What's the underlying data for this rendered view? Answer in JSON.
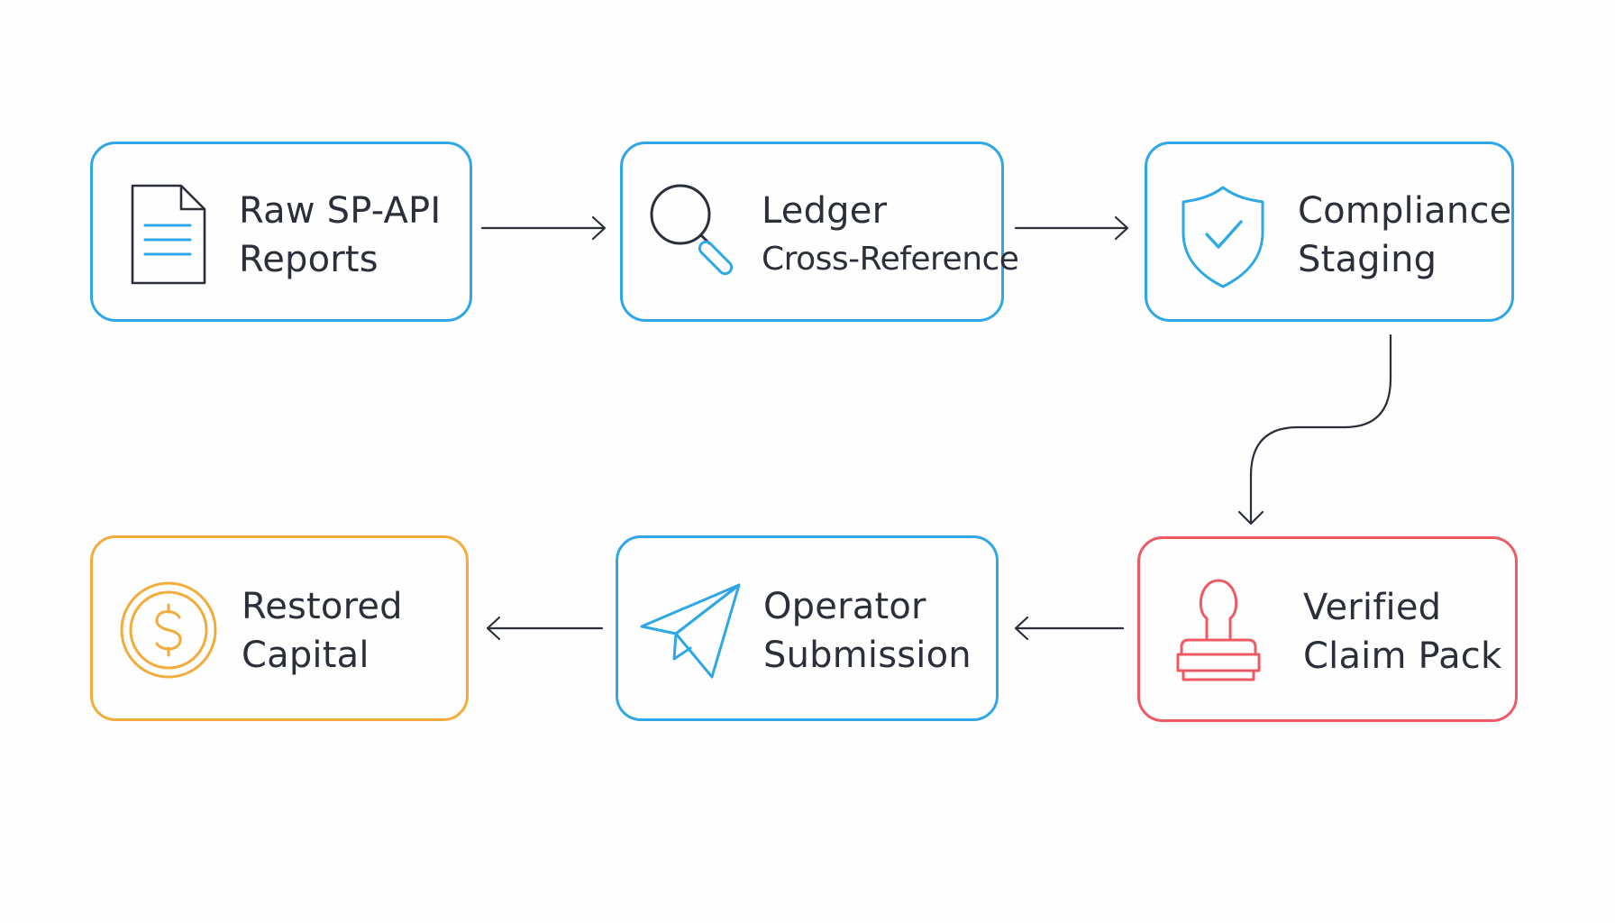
{
  "diagram": {
    "nodes": [
      {
        "id": "raw-reports",
        "lines": [
          "Raw SP-API",
          "Reports"
        ],
        "icon": "document-icon",
        "color": "#2ea7e6"
      },
      {
        "id": "ledger",
        "lines": [
          "Ledger",
          "Cross-Reference"
        ],
        "icon": "magnifier-icon",
        "color": "#2ea7e6"
      },
      {
        "id": "compliance",
        "lines": [
          "Compliance",
          "Staging"
        ],
        "icon": "shield-check-icon",
        "color": "#2ea7e6"
      },
      {
        "id": "verified",
        "lines": [
          "Verified",
          "Claim Pack"
        ],
        "icon": "stamp-icon",
        "color": "#ee5a63"
      },
      {
        "id": "operator",
        "lines": [
          "Operator",
          "Submission"
        ],
        "icon": "paper-plane-icon",
        "color": "#2ea7e6"
      },
      {
        "id": "restored",
        "lines": [
          "Restored",
          "Capital"
        ],
        "icon": "dollar-coin-icon",
        "color": "#f2ac3c"
      }
    ],
    "edges": [
      {
        "from": "raw-reports",
        "to": "ledger"
      },
      {
        "from": "ledger",
        "to": "compliance"
      },
      {
        "from": "compliance",
        "to": "verified"
      },
      {
        "from": "verified",
        "to": "operator"
      },
      {
        "from": "operator",
        "to": "restored"
      }
    ]
  }
}
